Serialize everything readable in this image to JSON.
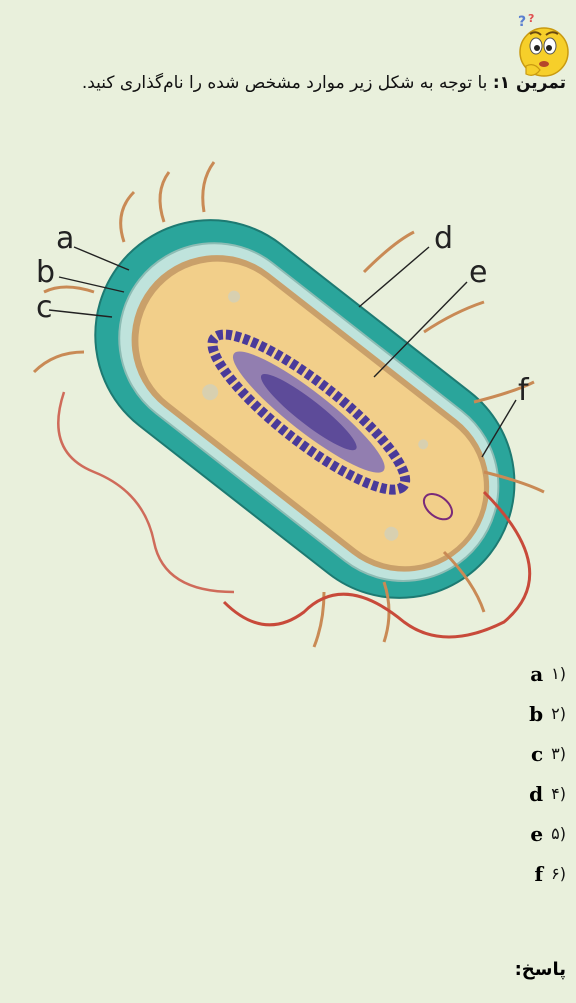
{
  "question": {
    "title": "تمرین ۱:",
    "text": "با توجه به شکل زیر موارد مشخص شده را نام‌گذاری کنید."
  },
  "figure": {
    "labels": [
      "a",
      "b",
      "c",
      "d",
      "e",
      "f"
    ]
  },
  "items": [
    {
      "num": "(۱",
      "letter": "a"
    },
    {
      "num": "(۲",
      "letter": "b"
    },
    {
      "num": "(۳",
      "letter": "c"
    },
    {
      "num": "(۴",
      "letter": "d"
    },
    {
      "num": "(۵",
      "letter": "e"
    },
    {
      "num": "(۶",
      "letter": "f"
    }
  ],
  "answer_label": "پاسخ:",
  "icons": {
    "emoji": "thinking-face-icon"
  },
  "colors": {
    "capsule": "#2aa59b",
    "cytoplasm": "#f2cf8a",
    "dna": "#4a3a9a",
    "background": "#e9f0dc"
  }
}
